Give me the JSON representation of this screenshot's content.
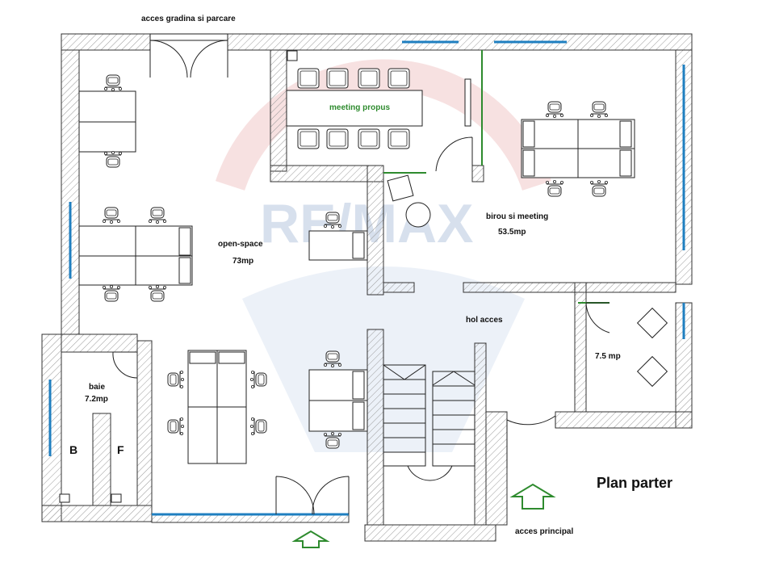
{
  "labels": {
    "garden_access": "acces gradina si parcare",
    "meeting_proposed": "meeting propus",
    "office_meeting": "birou si meeting",
    "office_meeting_area": "53.5mp",
    "open_space": "open-space",
    "open_space_area": "73mp",
    "access_hall": "hol acces",
    "small_room_area": "7.5 mp",
    "bath": "baie",
    "bath_area": "7.2mp",
    "bath_b": "B",
    "bath_f": "F",
    "plan_title": "Plan parter",
    "main_access": "acces principal"
  },
  "watermark": {
    "text": "RE/MAX"
  },
  "colors": {
    "wall_outline": "#333333",
    "wall_hatch": "#9a9a9a",
    "window": "#1f7fc0",
    "accent_green": "#2e8b2e",
    "watermark_red": "#e8b0b0",
    "watermark_blue": "#b8c8e0"
  }
}
